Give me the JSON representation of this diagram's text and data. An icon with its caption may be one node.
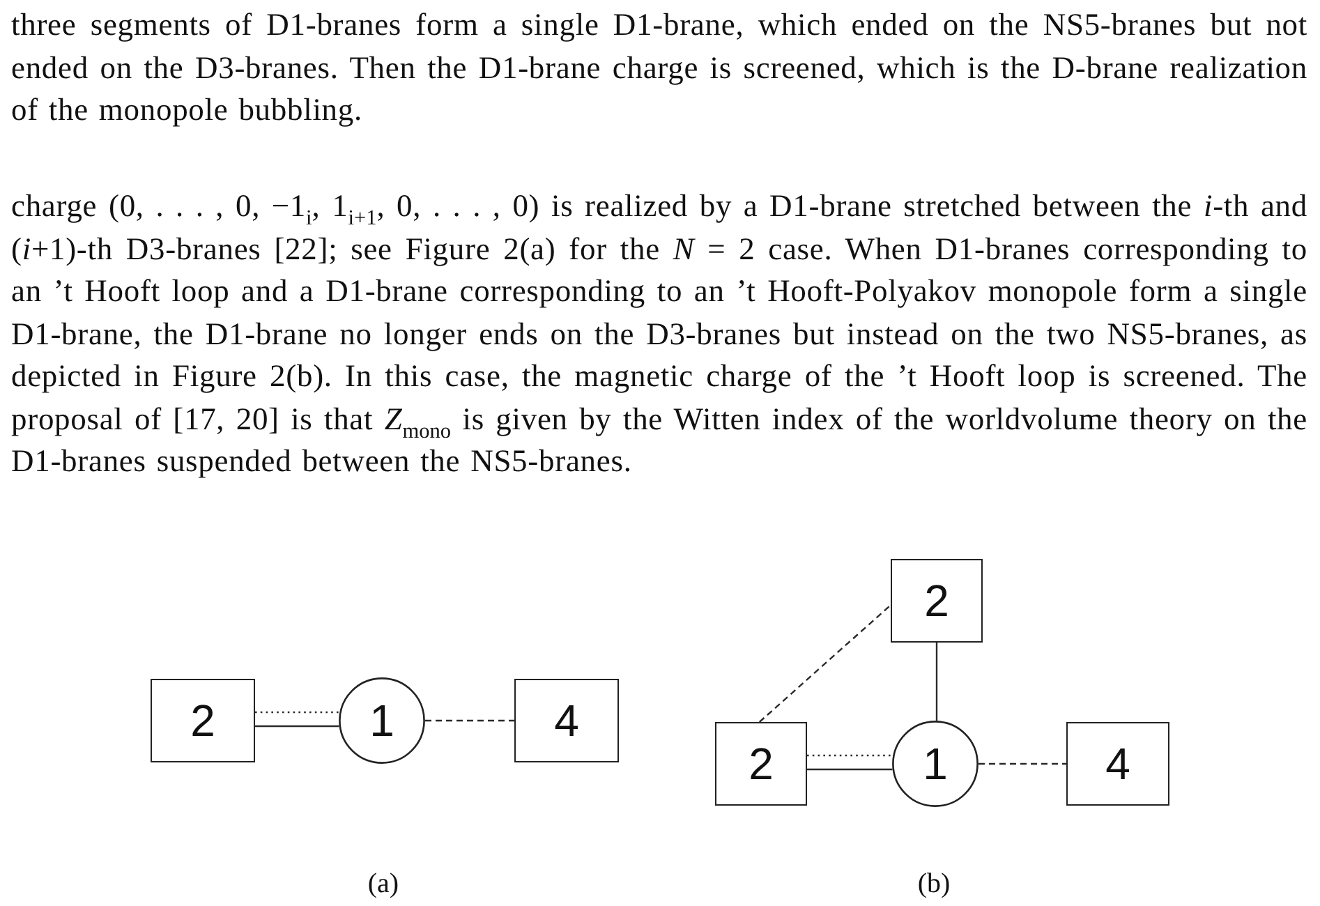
{
  "diagram": {
    "nodes": [
      {
        "text": [
          "2"
        ]
      },
      {
        "text": [
          "1"
        ]
      },
      {
        "text": [
          "4"
        ]
      },
      {
        "text": [
          "2"
        ]
      },
      {
        "text": [
          "2"
        ]
      },
      {
        "text": [
          "1"
        ]
      },
      {
        "text": [
          "4"
        ]
      }
    ],
    "edges": [
      {
        "from": 0,
        "to": 1,
        "arrow": "none",
        "style": "dashed"
      },
      {
        "from": 0,
        "to": 1,
        "arrow": "none"
      },
      {
        "from": 1,
        "to": 2,
        "arrow": "none",
        "style": "dashed"
      },
      {
        "from": 3,
        "to": 5,
        "arrow": "none"
      },
      {
        "from": 4,
        "to": 3,
        "arrow": "none",
        "style": "dashed"
      },
      {
        "from": 4,
        "to": 5,
        "arrow": "none",
        "style": "dashed"
      },
      {
        "from": 4,
        "to": 5,
        "arrow": "none"
      },
      {
        "from": 5,
        "to": 6,
        "arrow": "none",
        "style": "dashed"
      }
    ],
    "labels": [
      "three segments of D1-branes form a single D1-brane, which ended on the NS5-branes but not ended on the D3-branes. Then the D1-brane charge is screened, which is the D-brane realization of the monopole bubbling.",
      "charge (0, . . . , 0, −1$_{i}$, 1$_{i+1}$, 0, . . . , 0) is realized by a D1-brane stretched between the *i*-th and (*i*+1)-th D3-branes [22]; see Figure 2(a) for the *N* = 2 case. When D1-branes corresponding to an ’t Hooft loop and a D1-brane corresponding to an ’t Hooft-Polyakov monopole form a single D1-brane, the D1-brane no longer ends on the D3-branes but instead on the two NS5-branes, as depicted in Figure 2(b). In this case, the magnetic charge of the ’t Hooft loop is screened. The proposal of [17, 20] is that *Z*$_{mono}$ is given by the Witten index of the worldvolume theory on the D1-branes suspended between the NS5-branes.",
      "(a)",
      "(b)"
    ]
  }
}
